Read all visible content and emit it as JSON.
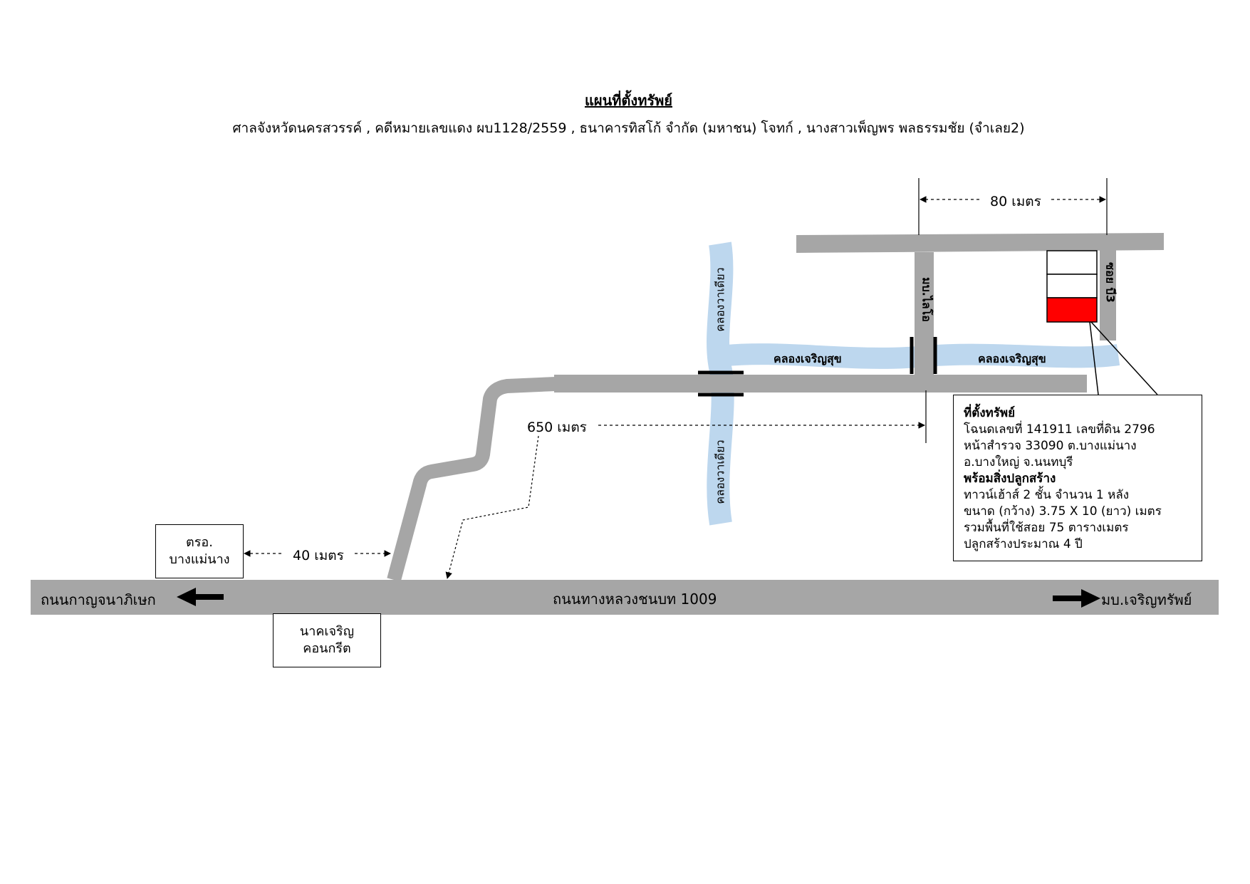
{
  "title": "แผนที่ตั้งทรัพย์",
  "subtitle": "ศาลจังหวัดนครสวรรค์ , คดีหมายเลขแดง ผบ1128/2559 , ธนาคารทิสโก้ จำกัด (มหาชน)  โจทก์ , นางสาวเพ็ญพร  พลธรรมชัย (จำเลย2)",
  "roads": {
    "main_road": "ถนนทางหลวงชนบท 1009",
    "left_direction": "ถนนกาญจนาภิเษก",
    "right_direction": "มบ.เจริญทรัพย์",
    "village_road": "มบ.ไลโอ",
    "soi": "ซอย บี3"
  },
  "canals": {
    "vertical_top": "คลองวาเดียว",
    "vertical_bottom": "คลองวาเดียว",
    "horizontal_left": "คลองเจริญสุข",
    "horizontal_right": "คลองเจริญสุข"
  },
  "distances": {
    "d80": "80 เมตร",
    "d650": "650 เมตร",
    "d40": "40 เมตร"
  },
  "landmarks": {
    "police_line1": "ตรอ.",
    "police_line2": "บางแม่นาง",
    "concrete_line1": "นาคเจริญ",
    "concrete_line2": "คอนกรีต"
  },
  "info": {
    "heading": "ที่ตั้งทรัพย์",
    "line1": "โฉนดเลขที่ 141911 เลขที่ดิน 2796",
    "line2": "หน้าสำรวจ 33090 ต.บางแม่นาง",
    "line3": "อ.บางใหญ่ จ.นนทบุรี",
    "heading2": "พร้อมสิ่งปลูกสร้าง",
    "line4": "ทาวน์เฮ้าส์ 2 ชั้น จำนวน 1 หลัง",
    "line5": "ขนาด (กว้าง) 3.75 X 10 (ยาว) เมตร",
    "line6": "รวมพื้นที่ใช้สอย 75 ตารางเมตร",
    "line7": "ปลูกสร้างประมาณ 4 ปี"
  },
  "colors": {
    "road": "#a6a6a6",
    "canal": "#bdd7ee",
    "property": "#ff0000"
  }
}
